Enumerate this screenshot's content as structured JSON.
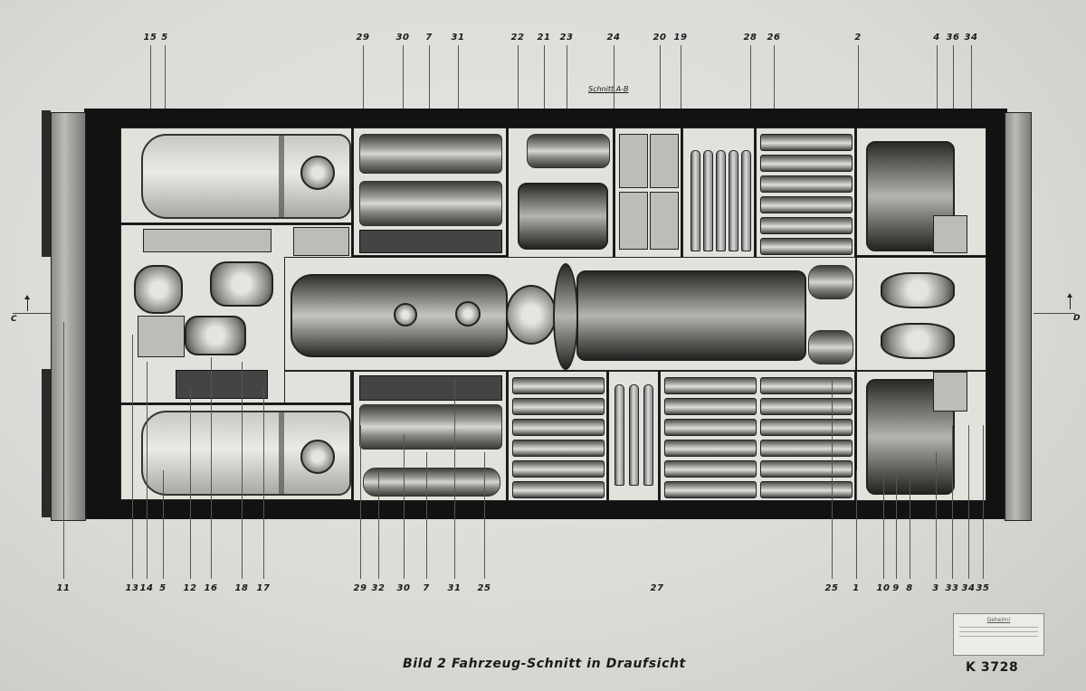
{
  "drawing": {
    "section_label": "Schnitt A-B",
    "caption": "Bild 2   Fahrzeug-Schnitt in Draufsicht",
    "reference": "K 3728",
    "cut_left": "C",
    "cut_right": "D",
    "stamp_title": "Geheim!"
  },
  "top_labels": [
    "15",
    "5",
    "29",
    "30",
    "7",
    "31",
    "22",
    "21",
    "23",
    "24",
    "20",
    "19",
    "28",
    "26",
    "2",
    "4",
    "36",
    "34"
  ],
  "bottom_labels": [
    "11",
    "13",
    "14",
    "5",
    "12",
    "16",
    "18",
    "17",
    "29",
    "32",
    "30",
    "7",
    "31",
    "25",
    "27",
    "25",
    "1",
    "10",
    "9",
    "8",
    "3",
    "33",
    "34",
    "35"
  ]
}
